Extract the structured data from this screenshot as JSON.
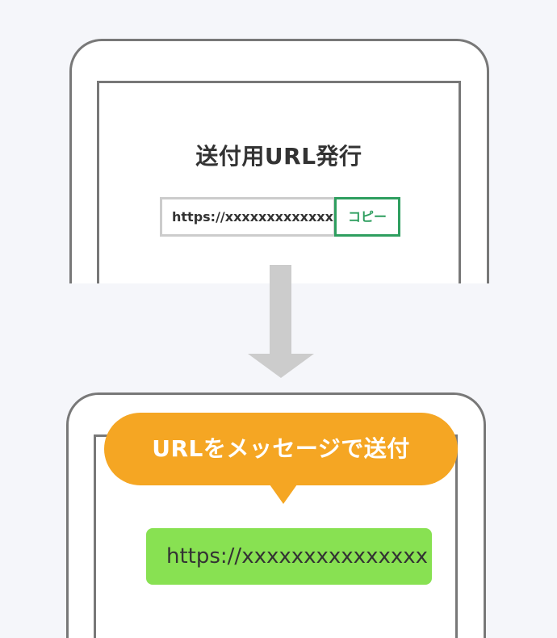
{
  "top_panel": {
    "title": "送付用URL発行",
    "url_value": "https://xxxxxxxxxxxxx...",
    "copy_label": "コピー"
  },
  "bottom_panel": {
    "callout_text": "URLをメッセージで送付",
    "message_text": "https://xxxxxxxxxxxxxxx"
  },
  "colors": {
    "background": "#f5f6fa",
    "outline": "#787878",
    "arrow": "#cccccc",
    "copy_accent": "#2e9e5f",
    "callout": "#f5a623",
    "message": "#88e152"
  },
  "icons": {
    "arrow": "arrow-down-icon"
  }
}
